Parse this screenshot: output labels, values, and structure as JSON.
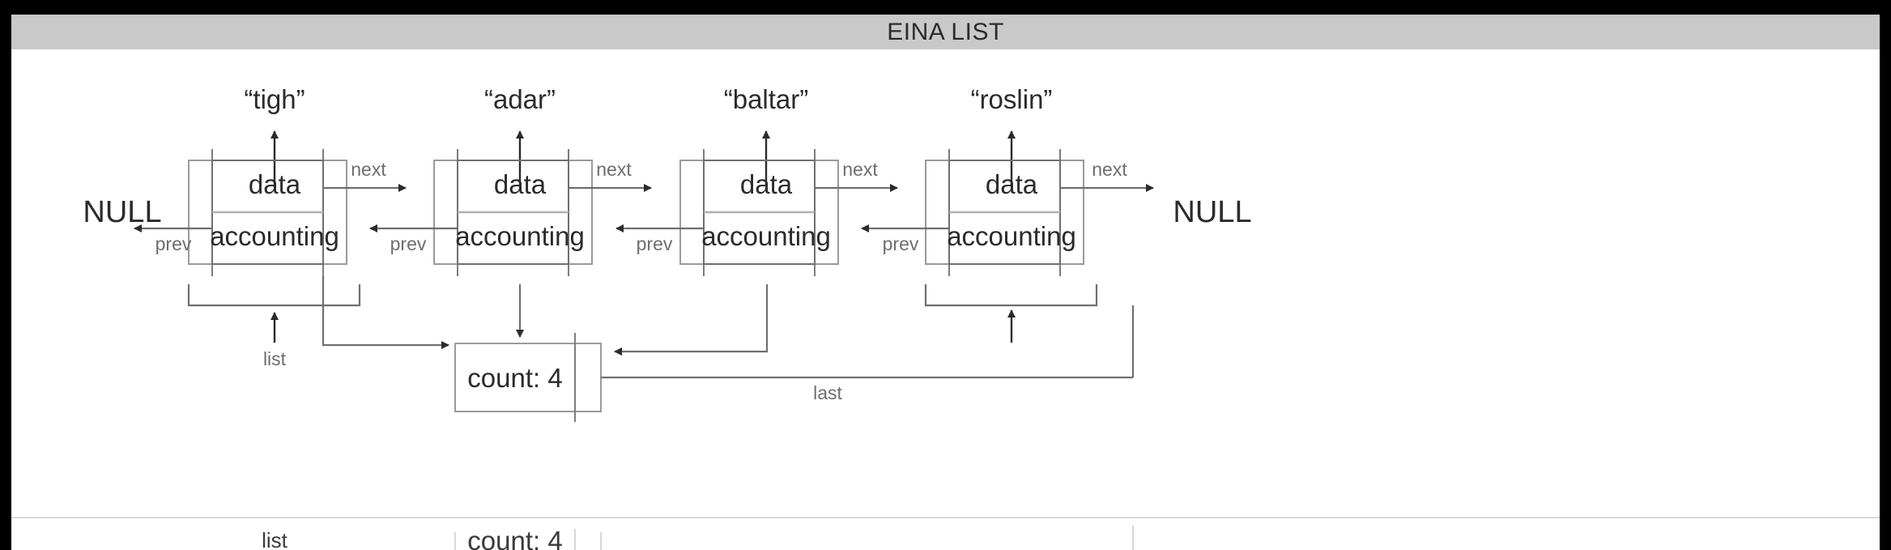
{
  "slide": {
    "title": "EINA LIST",
    "title_bar_color": "#c9c9c9",
    "background_color": "#ffffff",
    "page_background": "#000000"
  },
  "diagram": {
    "type": "doubly-linked-list",
    "left_terminator": "NULL",
    "right_terminator": "NULL",
    "node_row_labels": {
      "data": "data",
      "accounting": "accounting"
    },
    "pointer_labels": {
      "next": "next",
      "prev": "prev",
      "list": "list",
      "last": "last"
    },
    "nodes": [
      {
        "value": "“tigh”",
        "data_label": "data",
        "accounting_label": "accounting",
        "next_label": "next",
        "prev_label": "prev"
      },
      {
        "value": "“adar”",
        "data_label": "data",
        "accounting_label": "accounting",
        "next_label": "next",
        "prev_label": "prev"
      },
      {
        "value": "“baltar”",
        "data_label": "data",
        "accounting_label": "accounting",
        "next_label": "next",
        "prev_label": "prev"
      },
      {
        "value": "“roslin”",
        "data_label": "data",
        "accounting_label": "accounting",
        "next_label": "next",
        "prev_label": "prev"
      }
    ],
    "accounting_block": {
      "count_label": "count: 4",
      "count_value": 4,
      "list_pointer_label": "list",
      "last_pointer_label": "last"
    }
  },
  "ghost_row": {
    "list_label": "list",
    "count_label": "count: 4"
  }
}
